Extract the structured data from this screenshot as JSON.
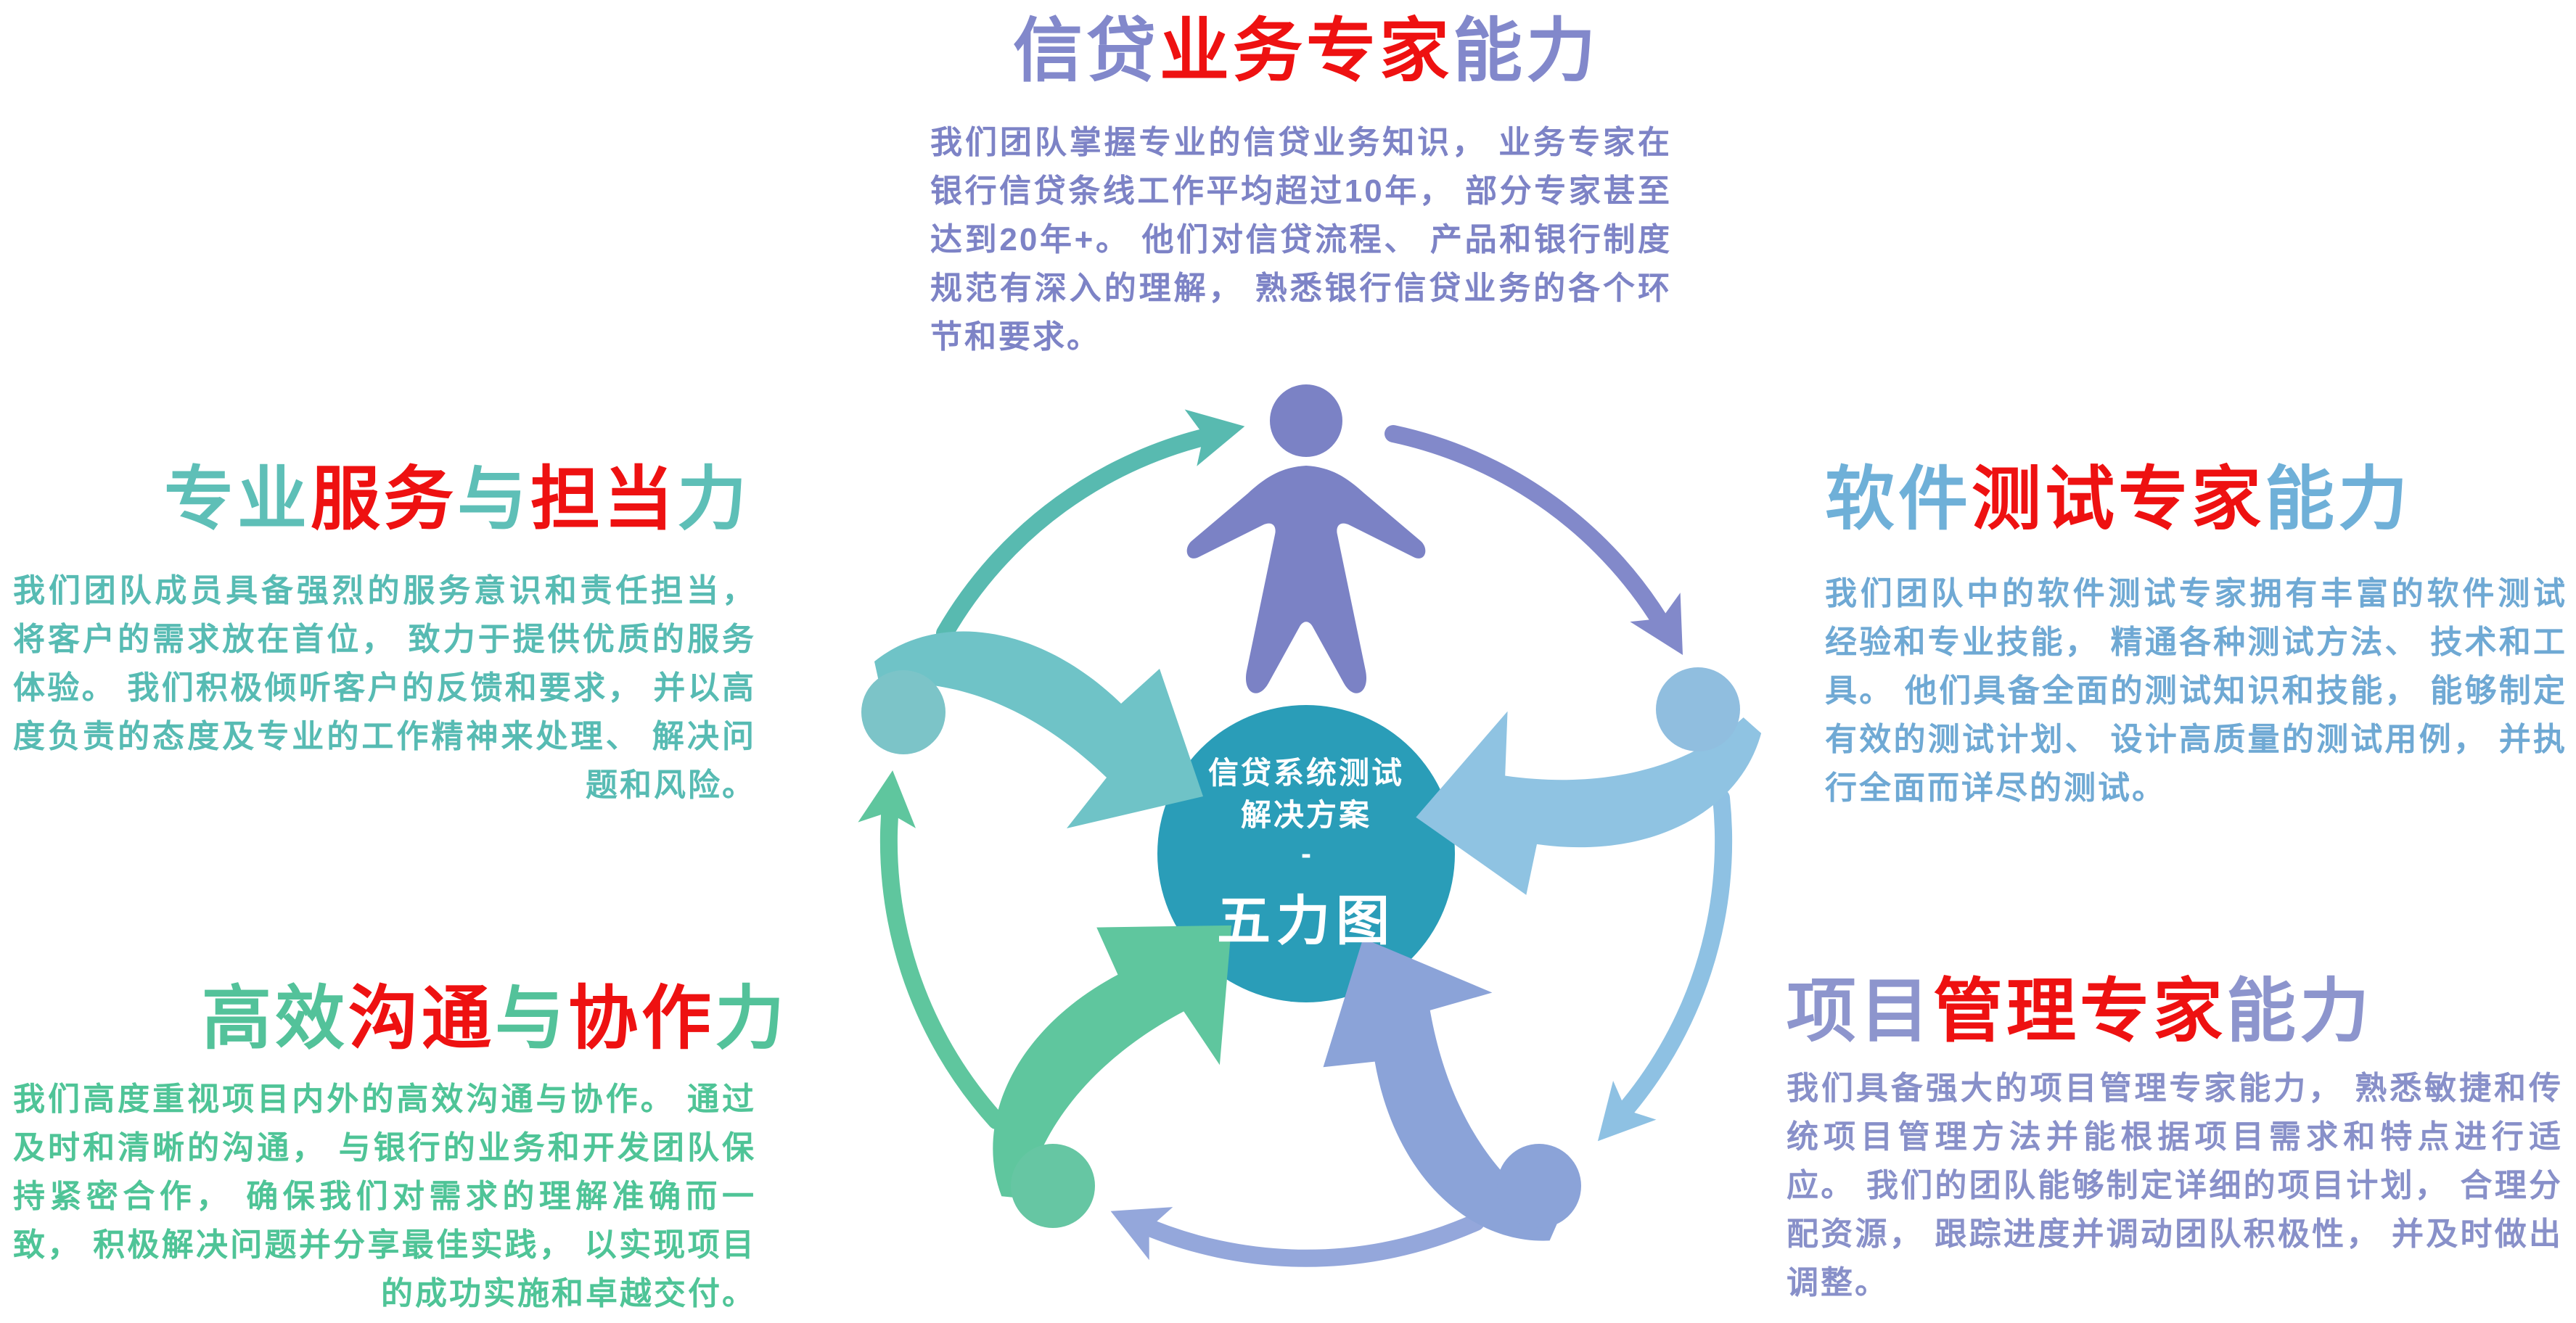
{
  "colors": {
    "red": "#ee1111",
    "credit_title": "#8288cb",
    "credit_body": "#7d83c6",
    "service_title": "#5ebfb7",
    "service_body": "#57bbb3",
    "testing_title": "#6fb0d8",
    "testing_body": "#6fa9d4",
    "communication_title": "#53c29a",
    "communication_body": "#4fc497",
    "management_title": "#8d95cd",
    "management_body": "#8890c9",
    "center_circle": "#2a9db8",
    "center_text": "#ffffff",
    "person": "#7b82c5",
    "node_left": "#7cc4c8",
    "node_right": "#90bedf",
    "node_bottom_left": "#66c6a3",
    "node_bottom_right": "#8ba3d8",
    "arc_left_top": "#58bab0",
    "arc_top_right": "#8289ca",
    "arc_right_bottomright": "#8ec1e3",
    "arc_bottomright_bottomleft": "#94a7db",
    "arc_bottomleft_left": "#5fc69e",
    "swoosh_left": "#6fc3c7",
    "swoosh_right": "#8fc3e2",
    "swoosh_bottom_left": "#5fc69e",
    "swoosh_bottom_right": "#8ba3d8"
  },
  "center": {
    "line1": "信贷系统测试",
    "line2": "解决方案",
    "separator": "-",
    "title": "五力图"
  },
  "sections": {
    "credit": {
      "title_parts": [
        {
          "text": "信贷"
        },
        {
          "text": "业务专家",
          "accent": true
        },
        {
          "text": "能力"
        }
      ],
      "body": "我们团队掌握专业的信贷业务知识， 业务专家在银行信贷条线工作平均超过10年， 部分专家甚至达到20年+。 他们对信贷流程、 产品和银行制度规范有深入的理解， 熟悉银行信贷业务的各个环节和要求。"
    },
    "service": {
      "title_parts": [
        {
          "text": "专业"
        },
        {
          "text": "服务",
          "accent": true
        },
        {
          "text": "与"
        },
        {
          "text": "担当",
          "accent": true
        },
        {
          "text": "力"
        }
      ],
      "body": "我们团队成员具备强烈的服务意识和责任担当， 将客户的需求放在首位， 致力于提供优质的服务体验。 我们积极倾听客户的反馈和要求， 并以高度负责的态度及专业的工作精神来处理、 解决问题和风险。"
    },
    "testing": {
      "title_parts": [
        {
          "text": "软件"
        },
        {
          "text": "测试专家",
          "accent": true
        },
        {
          "text": "能力"
        }
      ],
      "body": "我们团队中的软件测试专家拥有丰富的软件测试经验和专业技能， 精通各种测试方法、 技术和工具。 他们具备全面的测试知识和技能， 能够制定有效的测试计划、 设计高质量的测试用例， 并执行全面而详尽的测试。"
    },
    "communication": {
      "title_parts": [
        {
          "text": "高效"
        },
        {
          "text": "沟通",
          "accent": true
        },
        {
          "text": "与"
        },
        {
          "text": "协作",
          "accent": true
        },
        {
          "text": "力"
        }
      ],
      "body": "我们高度重视项目内外的高效沟通与协作。 通过及时和清晰的沟通， 与银行的业务和开发团队保持紧密合作， 确保我们对需求的理解准确而一致， 积极解决问题并分享最佳实践， 以实现项目的成功实施和卓越交付。"
    },
    "management": {
      "title_parts": [
        {
          "text": "项目"
        },
        {
          "text": "管理专家",
          "accent": true
        },
        {
          "text": "能力"
        }
      ],
      "body": "我们具备强大的项目管理专家能力， 熟悉敏捷和传统项目管理方法并能根据项目需求和特点进行适应。 我们的团队能够制定详细的项目计划， 合理分配资源， 跟踪进度并调动团队积极性， 并及时做出调整。"
    }
  }
}
